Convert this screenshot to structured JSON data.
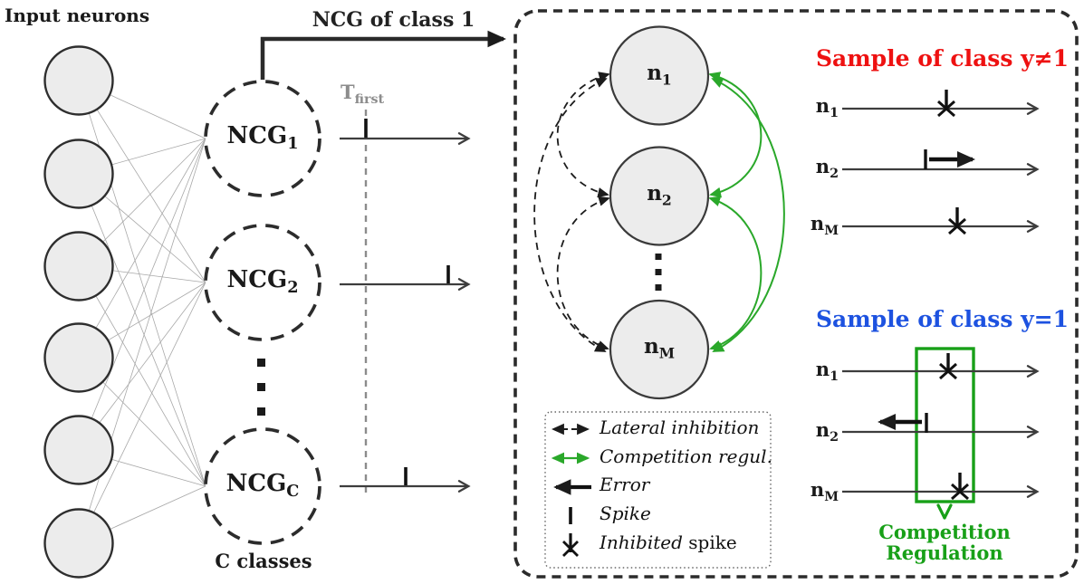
{
  "left_panel": {
    "title": "Input neurons",
    "input_neuron_count": 6,
    "c_classes_label": "C classes",
    "ncg_nodes": [
      {
        "base": "NCG",
        "sub": "1"
      },
      {
        "base": "NCG",
        "sub": "2"
      },
      {
        "base": "NCG",
        "sub": "C"
      }
    ],
    "tfirst": {
      "base": "T",
      "sub": "first"
    },
    "timelines": [
      {
        "ncg": "NCG1",
        "event": "spike",
        "spike_time": "at T_first"
      },
      {
        "ncg": "NCG2",
        "event": "spike",
        "spike_time": "late"
      },
      {
        "ncg": "NCGC",
        "event": "spike",
        "spike_time": "middle"
      }
    ]
  },
  "arrow_label": "NCG of class 1",
  "ncg_detail": {
    "neurons": [
      {
        "base": "n",
        "sub": "1"
      },
      {
        "base": "n",
        "sub": "2"
      },
      {
        "base": "n",
        "sub": "M"
      }
    ],
    "left_arcs": "lateral inhibition (dashed, bidirectional)",
    "right_arcs": "competition regulation (green, bidirectional)"
  },
  "legend": {
    "items": [
      {
        "icon": "lateral-inhibition-arrow",
        "label": "Lateral inhibition"
      },
      {
        "icon": "competition-regulation-arrow",
        "label": "Competition regul."
      },
      {
        "icon": "error-arrow",
        "label": "Error"
      },
      {
        "icon": "spike-bar",
        "label": "Spike"
      },
      {
        "icon": "inhibited-spike",
        "label_italic": "Inhibited",
        "label_roman": " spike"
      }
    ]
  },
  "samples": {
    "neq": {
      "title": "Sample of class y≠1",
      "rows": [
        {
          "neuron": {
            "base": "n",
            "sub": "1"
          },
          "event": "inhibited_spike"
        },
        {
          "neuron": {
            "base": "n",
            "sub": "2"
          },
          "event": "spike_with_error_arrow_right"
        },
        {
          "neuron": {
            "base": "n",
            "sub": "M"
          },
          "event": "inhibited_spike"
        }
      ]
    },
    "eq": {
      "title": "Sample of class y=1",
      "rows": [
        {
          "neuron": {
            "base": "n",
            "sub": "1"
          },
          "event": "inhibited_spike"
        },
        {
          "neuron": {
            "base": "n",
            "sub": "2"
          },
          "event": "spike_with_error_arrow_left"
        },
        {
          "neuron": {
            "base": "n",
            "sub": "M"
          },
          "event": "inhibited_spike"
        }
      ]
    },
    "competition_regulation": {
      "line1": "Competition",
      "line2": "Regulation"
    }
  },
  "colors": {
    "red_title": "#ee1111",
    "blue_title": "#1d52e0",
    "green_text": "#18a018",
    "green_arcs": "#2aa82a",
    "tfirst_gray": "#8c8c8c",
    "neuron_fill": "#ececec",
    "stroke_dark": "#2b2b2b"
  }
}
